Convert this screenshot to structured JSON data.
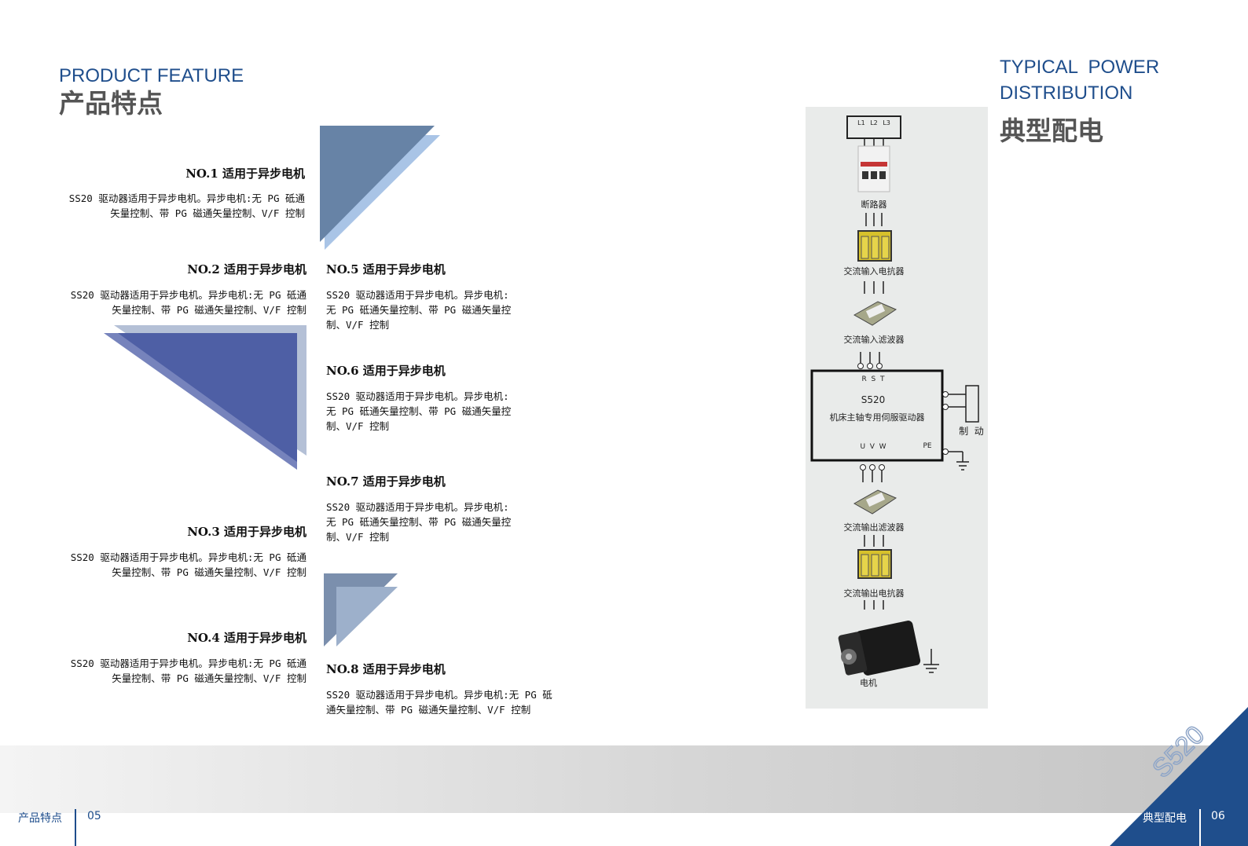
{
  "left": {
    "title_en": "PRODUCT FEATURE",
    "title_cn": "产品特点"
  },
  "right": {
    "title_en_line1": "TYPICAL  POWER",
    "title_en_line2": "DISTRIBUTION",
    "title_cn": "典型配电"
  },
  "features": [
    {
      "title": "NO.1 适用于异步电机",
      "body_l1": "SS20 驱动器适用于异步电机。异步电机:无 PG 砥通",
      "body_l2": "矢量控制、带 PG 磁通矢量控制、V/F 控制"
    },
    {
      "title": "NO.2 适用于异步电机",
      "body_l1": "SS20 驱动器适用于异步电机。异步电机:无 PG 砥通",
      "body_l2": "矢量控制、带 PG 磁通矢量控制、V/F 控制"
    },
    {
      "title": "NO.3 适用于异步电机",
      "body_l1": "SS20 驱动器适用于异步电机。异步电机:无 PG 砥通",
      "body_l2": "矢量控制、带 PG 磁通矢量控制、V/F 控制"
    },
    {
      "title": "NO.4 适用于异步电机",
      "body_l1": "SS20 驱动器适用于异步电机。异步电机:无 PG 砥通",
      "body_l2": "矢量控制、带 PG 磁通矢量控制、V/F 控制"
    },
    {
      "title": "NO.5 适用于异步电机",
      "body_l1": "SS20 驱动器适用于异步电机。异步电机:",
      "body_l2": "无 PG 砥通矢量控制、带 PG 磁通矢量控",
      "body_l3": "制、V/F 控制"
    },
    {
      "title": "NO.6 适用于异步电机",
      "body_l1": "SS20 驱动器适用于异步电机。异步电机:",
      "body_l2": "无 PG 砥通矢量控制、带 PG 磁通矢量控",
      "body_l3": "制、V/F 控制"
    },
    {
      "title": "NO.7 适用于异步电机",
      "body_l1": "SS20 驱动器适用于异步电机。异步电机:",
      "body_l2": "无 PG 砥通矢量控制、带 PG 磁通矢量控",
      "body_l3": "制、V/F 控制"
    },
    {
      "title": "NO.8 适用于异步电机",
      "body_l1": "SS20 驱动器适用于异步电机。异步电机:无 PG 砥",
      "body_l2": "通矢量控制、带 PG 磁通矢量控制、V/F 控制"
    }
  ],
  "diagram": {
    "source_terms": [
      "L1",
      "L2",
      "L3"
    ],
    "breaker": "断路器",
    "input_reactor": "交流输入电抗器",
    "input_filter": "交流输入滤波器",
    "drive_terms_in": "R  S  T",
    "drive_model": "S520",
    "drive_name": "机床主轴专用伺服驱动器",
    "drive_terms_out": "U  V  W",
    "pe": "PE",
    "brake": "制  动",
    "output_filter": "交流输出滤波器",
    "output_reactor": "交流输出电抗器",
    "motor": "电机"
  },
  "brand_mark": "S520",
  "footer": {
    "left_label": "产品特点",
    "left_page": "05",
    "right_label": "典型配电",
    "right_page": "06"
  },
  "colors": {
    "accent_blue": "#1f4e8c",
    "steel_blue": "#6783a6",
    "light_blue": "#a9c4e6",
    "indigo": "#4e5fa5",
    "pale_steel": "#b4c0d6"
  }
}
